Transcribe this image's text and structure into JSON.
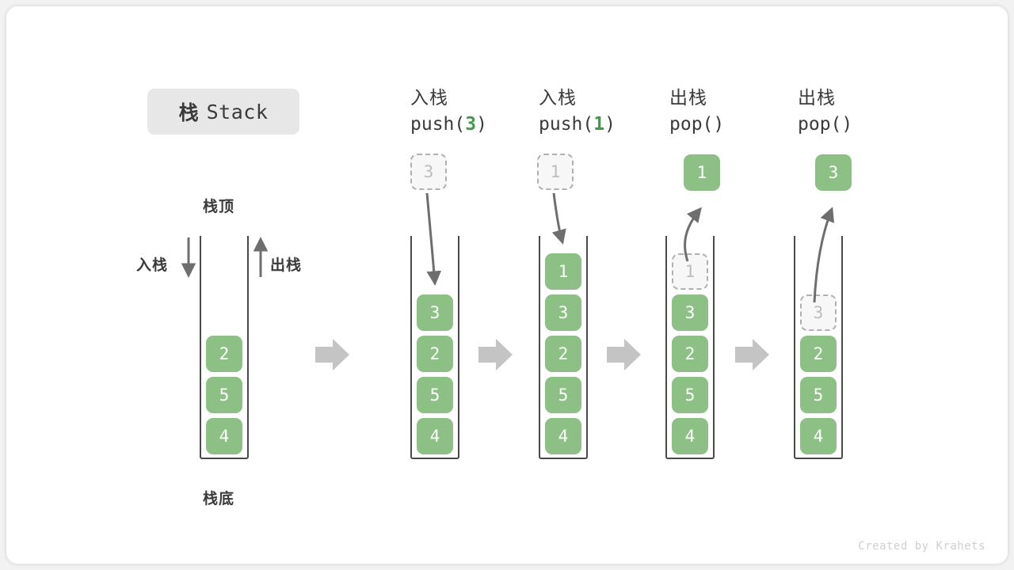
{
  "title": {
    "cn": "栈",
    "en": "Stack"
  },
  "legend": {
    "top_label": "栈顶",
    "bottom_label": "栈底",
    "push_label": "入栈",
    "pop_label": "出栈"
  },
  "watermark": "Created by Krahets",
  "colors": {
    "cell_green": "#8cc084",
    "cell_text": "#ffffff",
    "ghost_fill": "#f7f7f7",
    "ghost_border": "#b0b0b0",
    "ghost_text": "#bdbdbd",
    "arrow_gray": "#6e6e6e",
    "step_arrow_gray": "#c4c4c4",
    "accent_green": "#3f9b46",
    "text_dark": "#3a3a3a",
    "chip_bg": "#e7e7e7",
    "page_bg": "#f2f2f2",
    "card_bg": "#ffffff"
  },
  "columns": [
    {
      "id": "initial",
      "header": {
        "line1": "",
        "op": "",
        "arg": ""
      },
      "stack": [
        "2",
        "5",
        "4"
      ],
      "floating": null,
      "ghost_in_stack": null
    },
    {
      "id": "push-3",
      "header": {
        "line1": "入栈",
        "op_prefix": "push(",
        "arg": "3",
        "op_suffix": ")"
      },
      "stack": [
        "3",
        "2",
        "5",
        "4"
      ],
      "floating": {
        "value": "3",
        "style": "ghost"
      },
      "ghost_in_stack": null
    },
    {
      "id": "push-1",
      "header": {
        "line1": "入栈",
        "op_prefix": "push(",
        "arg": "1",
        "op_suffix": ")"
      },
      "stack": [
        "1",
        "3",
        "2",
        "5",
        "4"
      ],
      "floating": {
        "value": "1",
        "style": "ghost"
      },
      "ghost_in_stack": null
    },
    {
      "id": "pop-1",
      "header": {
        "line1": "出栈",
        "op_prefix": "pop(",
        "arg": "",
        "op_suffix": ")"
      },
      "stack": [
        "3",
        "2",
        "5",
        "4"
      ],
      "floating": {
        "value": "1",
        "style": "filled"
      },
      "ghost_in_stack": {
        "value": "1",
        "slot": 0
      }
    },
    {
      "id": "pop-3",
      "header": {
        "line1": "出栈",
        "op_prefix": "pop(",
        "arg": "",
        "op_suffix": ")"
      },
      "stack": [
        "2",
        "5",
        "4"
      ],
      "floating": {
        "value": "3",
        "style": "filled"
      },
      "ghost_in_stack": {
        "value": "3",
        "slot": 1
      }
    }
  ],
  "headers": {
    "c2_line1": "入栈",
    "c2_op_open": "push(",
    "c2_arg": "3",
    "c2_op_close": ")",
    "c3_line1": "入栈",
    "c3_op_open": "push(",
    "c3_arg": "1",
    "c3_op_close": ")",
    "c4_line1": "出栈",
    "c4_op": "pop()",
    "c5_line1": "出栈",
    "c5_op": "pop()"
  },
  "cells": {
    "c1": {
      "s0": "2",
      "s1": "5",
      "s2": "4"
    },
    "c2": {
      "float": "3",
      "s0": "3",
      "s1": "2",
      "s2": "5",
      "s3": "4"
    },
    "c3": {
      "float": "1",
      "s0": "1",
      "s1": "3",
      "s2": "2",
      "s3": "5",
      "s4": "4"
    },
    "c4": {
      "float": "1",
      "g0": "1",
      "s1": "3",
      "s2": "2",
      "s3": "5",
      "s4": "4"
    },
    "c5": {
      "float": "3",
      "g1": "3",
      "s2": "2",
      "s3": "5",
      "s4": "4"
    }
  }
}
